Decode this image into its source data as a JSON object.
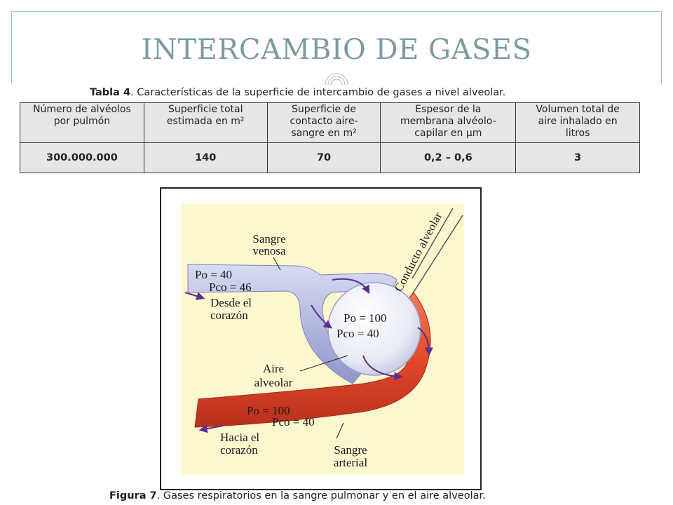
{
  "slide": {
    "title": "INTERCAMBIO DE GASES"
  },
  "table": {
    "caption_label": "Tabla 4",
    "caption_text": ". Características de la superficie de intercambio de gases a nivel alveolar.",
    "headers": [
      [
        "Número de alvéolos",
        "por pulmón"
      ],
      [
        "Superficie total",
        "estimada en m²"
      ],
      [
        "Superficie de",
        "contacto aire-",
        "sangre en m²"
      ],
      [
        "Espesor de la",
        "membrana alvéolo-",
        "capilar  en µm"
      ],
      [
        "Volumen total de",
        "aire inhalado en",
        "litros"
      ]
    ],
    "values": [
      "300.000.000",
      "140",
      "70",
      "0,2 – 0,6",
      "3"
    ]
  },
  "figure": {
    "caption_label": "Figura 7",
    "caption_text": ". Gases respiratorios en la sangre pulmonar y en el aire alveolar.",
    "labels": {
      "sangre_venosa": [
        "Sangre",
        "venosa"
      ],
      "conducto": "Conducto alveolar",
      "venous_po": "Po  = 40",
      "venous_pco": "Pco  = 46",
      "desde": [
        "Desde el",
        "corazón"
      ],
      "alveolus_po": "Po  = 100",
      "alveolus_pco": "Pco  = 40",
      "aire_alveolar": [
        "Aire",
        "alveolar"
      ],
      "arterial_po": "Po  = 100",
      "arterial_pco": "Pco  = 40",
      "hacia": [
        "Hacia el",
        "corazón"
      ],
      "sangre_arterial": [
        "Sangre",
        "arterial"
      ]
    }
  }
}
